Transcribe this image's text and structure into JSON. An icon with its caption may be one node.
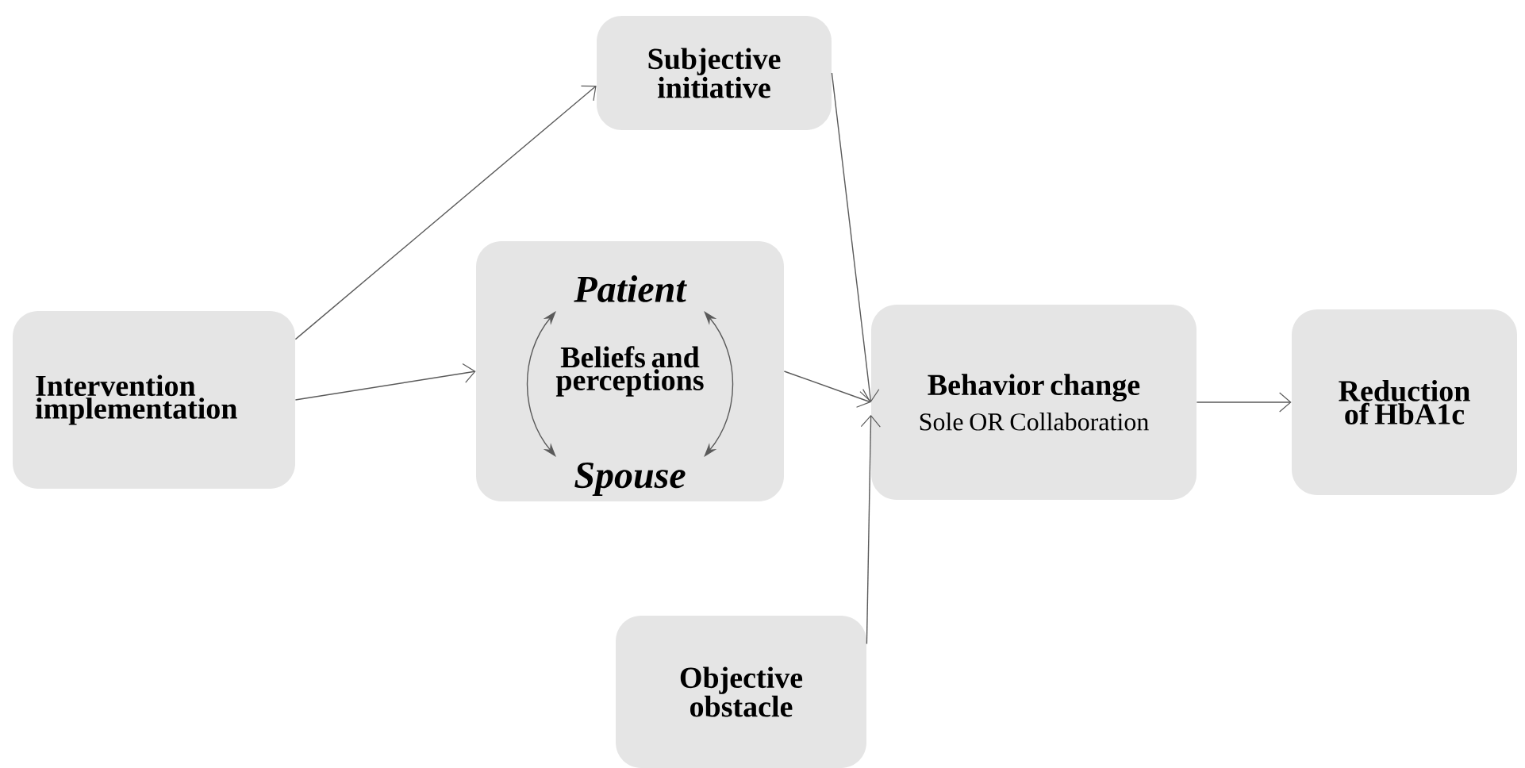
{
  "diagram": {
    "nodes": [
      {
        "text": [
          "Intervention implementation"
        ]
      },
      {
        "text": [
          "Subjective initiative"
        ]
      },
      {
        "text": [
          "Beliefs and perceptions"
        ]
      },
      {
        "text": [
          "Patient"
        ],
        "in": 2
      },
      {
        "text": [
          "Spouse"
        ],
        "in": 2
      },
      {
        "text": [
          "Behavior change",
          "Sole OR Collaboration"
        ]
      },
      {
        "text": [
          "Reduction of HbA1c"
        ]
      },
      {
        "text": [
          "Objective obstacle"
        ]
      }
    ],
    "edges": [
      {
        "from": 0,
        "to": 1,
        "arrow": "to"
      },
      {
        "from": 0,
        "to": 2,
        "arrow": "to"
      },
      {
        "from": 1,
        "to": 5,
        "arrow": "to"
      },
      {
        "from": 2,
        "to": 5,
        "arrow": "to"
      },
      {
        "from": 7,
        "to": 5,
        "arrow": "to"
      },
      {
        "from": 5,
        "to": 6,
        "arrow": "to"
      },
      {
        "from": 3,
        "to": 4,
        "arrow": "both"
      },
      {
        "from": 3,
        "to": 4,
        "arrow": "both"
      }
    ]
  }
}
